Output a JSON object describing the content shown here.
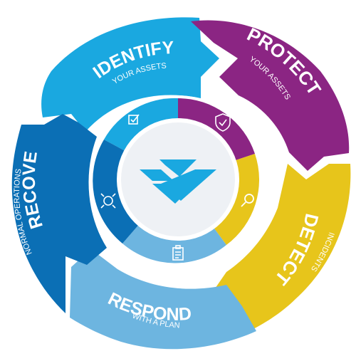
{
  "colors": {
    "identify": "#1aa8e0",
    "protect": "#8b2583",
    "detect": "#e7c51b",
    "respond": "#6db5e0",
    "recover": "#0b6fb5",
    "hub": "#eef1f5",
    "ring_border": "#ffffff"
  },
  "segments": [
    {
      "key": "identify",
      "title": "IDENTIFY",
      "subtitle": "YOUR ASSETS",
      "icon": "checklist-edit-icon"
    },
    {
      "key": "protect",
      "title": "PROTECT",
      "subtitle": "YOUR ASSETS",
      "icon": "shield-check-icon"
    },
    {
      "key": "detect",
      "title": "DETECT",
      "subtitle": "INCIDENTS",
      "icon": "magnifier-icon"
    },
    {
      "key": "respond",
      "title": "RESPOND",
      "subtitle": "WITH A PLAN",
      "icon": "clipboard-icon"
    },
    {
      "key": "recover",
      "title": "RECOVER",
      "subtitle": "NORMAL OPERATIONS",
      "icon": "gear-refresh-icon"
    }
  ],
  "hub": {
    "logo": "brand-logo-icon"
  }
}
